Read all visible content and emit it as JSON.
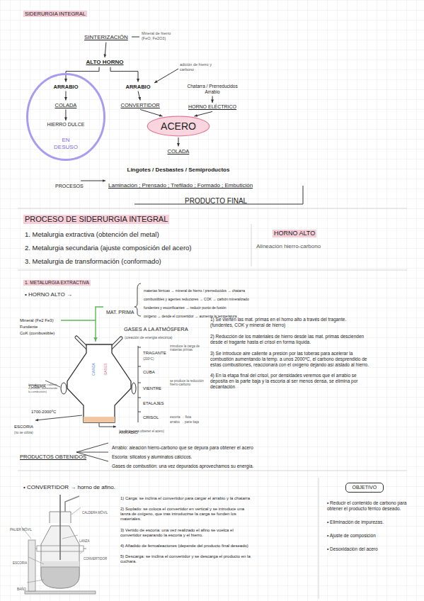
{
  "diagram": {
    "title": "SIDERURGIA INTEGRAL",
    "nodes": [
      {
        "text": [
          "SINTERIZACIÓN"
        ]
      },
      {
        "text": [
          "ALTO HORNO"
        ]
      },
      {
        "text": [
          "EN DESUSO"
        ]
      },
      {
        "text": [
          "ARRABIO"
        ],
        "in": 2
      },
      {
        "text": [
          "COLADA"
        ],
        "in": 2
      },
      {
        "text": [
          "HIERRO DULCE"
        ],
        "in": 2
      },
      {
        "text": [
          "ARRABIO"
        ]
      },
      {
        "text": [
          "CONVERTIDOR"
        ]
      },
      {
        "text": [
          "Chatarra / Prerreducidos",
          "Arrabio"
        ]
      },
      {
        "text": [
          "HORNO ELÉCTRICO"
        ]
      },
      {
        "text": [
          "ACERO"
        ]
      },
      {
        "text": [
          "COLADA"
        ]
      },
      {
        "text": [
          "OBJETIVO"
        ]
      }
    ],
    "edges": [
      {
        "from": 0,
        "to": 1,
        "arrow": "to"
      },
      {
        "from": 1,
        "to": 3,
        "arrow": "to"
      },
      {
        "from": 1,
        "to": 6,
        "arrow": "to"
      },
      {
        "from": 3,
        "to": 4,
        "arrow": "to"
      },
      {
        "from": 4,
        "to": 5,
        "arrow": "to"
      },
      {
        "from": 6,
        "to": 7,
        "arrow": "to"
      },
      {
        "from": 7,
        "to": 10,
        "arrow": "to"
      },
      {
        "from": 8,
        "to": 9,
        "arrow": "to"
      },
      {
        "from": 9,
        "to": 10,
        "arrow": "to"
      },
      {
        "from": 10,
        "to": 11,
        "arrow": "to"
      }
    ],
    "labels": [
      "Mineral de hierro (FeO; Fe2O3)",
      "adición de hierro y carbono",
      "Lingotes / Desbastes / Semiproductos",
      "PROCESOS",
      "Laminación ; Prensado ; Trefilado ; Formado ; Embutición",
      "PRODUCTO FINAL",
      "PROCESO DE SIDERURGIA INTEGRAL",
      "1. Metalurgia extractiva (obtención del metal)",
      "2. Metalurgia secundaria (ajuste composición del acero)",
      "3. Metalurgia de transformación (conformado)",
      "HORNO ALTO",
      "Alineación hierro-carbono",
      "1. METALURGIA EXTRACTIVA",
      "• HORNO ALTO →",
      "MAT. PRIMA",
      "materias férricas → mineral de hierro / prerreducidos → chatarra",
      "combustibles y agentes reductores → COK → carbón mineralizado",
      "fundentes y escorificantes → reducir punto de fusión",
      "oxígeno → desde el convertidor → aumenta la temperatura",
      "Mineral (Fe2 Fe3)",
      "Fundente",
      "CoK (combustible)",
      "GASES A LA ATMÓSFERA",
      "(creación de energía eléctrica)",
      "CARGA",
      "GASES",
      "TRAGANTE",
      "(200ºC)",
      "introduce la carga de materias primas",
      "CUBA",
      "VIENTRE",
      "se produce la reducción hierro-carbono",
      "ETALAJES",
      "CRISOL",
      "escoria → flota",
      "arrabio → parte baja",
      "TOBERA",
      "(introduce aire caliente a presión, aumentando la combustión)",
      "1700-2000ºC",
      "ESCORIA",
      "(no se utiliza)",
      "ARRABIO",
      "(se dirige para obtener el acero)",
      "1) Se vierten las mat. primas en el horno alto a través del tragante. (fundentes, COK y mineral de hierro)",
      "2) Reducción de los materiales de hierro desde las mat. primas descienden desde el tragante hasta el crisol en forma líquida.",
      "3) Se introduce aire caliente a presión por las toberas para acelerar la combustión aumentando la temp. a unos 2000ºC, el carbono desprendido de estas combustiones, reaccionará con el oxígeno dejando así aislado al hierro.",
      "4) En la etapa final del crisol, por densidades veremos que el arrabio se deposita en la parte baja y la escoria al ser menos densa, se elimina por decantación",
      "PRODUCTOS OBTENIDOS",
      "Arrabio: aleación hierro-carbono que se depura para obtener el acero",
      "Escoria: silicatos y aluminatos cálcicos.",
      "Gases de combustión: una vez depurados aprovechamos su energía.",
      "• CONVERTIDOR → horno de afino.",
      "PALIER MÓVIL",
      "CALDERA MÓVIL",
      "LANZA",
      "CONVERTIDOR",
      "ESCORIA",
      "BAÑO",
      "1) Carga: se inclina el convertidor para cargar el arrabio y la chatarra",
      "2) Soplado: se coloca el convertidor en vertical y se introduce una lanza de oxígeno, que tras introducirse la carga se funden los materiales.",
      "3) Vertido de escoria: una vez realizado el afino se vuelca el convertidor separando la escoria y el hierro.",
      "4) Añadido de ferroaleaciones (depende del producto final deseado)",
      "5) Descarga: se inclina el convertidor y se descarga el producto en la cuchara.",
      "• Reducir el contenido de carbono para obtener el producto férrico deseado.",
      "• Eliminación de impurezas.",
      "• Ajuste de composición",
      "• Desoxidación del acero"
    ]
  }
}
